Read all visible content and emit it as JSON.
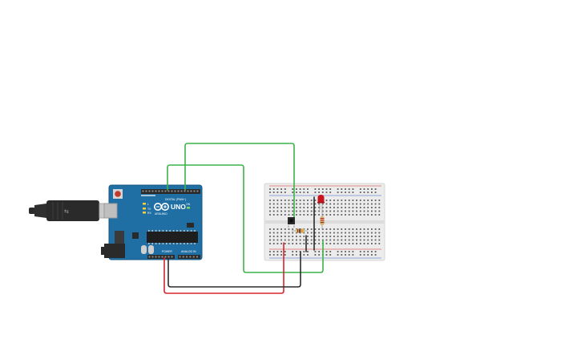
{
  "board": {
    "name": "Arduino UNO",
    "model_label": "UNO",
    "brand_label": "ARDUINO",
    "digital_header_label": "DIGITAL (PWM~)",
    "power_label": "POWER",
    "analog_label": "ANALOG IN",
    "on_label": "ON",
    "tx_label": "TX",
    "rx_label": "RX",
    "l_label": "L",
    "color": "#1f6fa5"
  },
  "components": {
    "usb_cable": "usb-cable-icon",
    "breadboard": "breadboard",
    "pushbutton": "pushbutton-icon",
    "resistor_button": "resistor-icon",
    "resistor_led": "resistor-icon",
    "led": "led-icon"
  },
  "wire_colors": {
    "green": "#3cb34a",
    "red": "#d9232e",
    "black": "#2b2b2b"
  },
  "led_color": "#c8141e"
}
